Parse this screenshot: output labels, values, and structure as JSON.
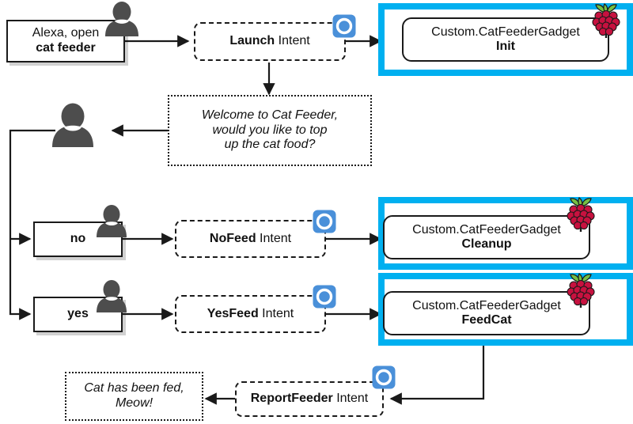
{
  "diagram": {
    "title": "Alexa Cat Feeder skill flow",
    "colors": {
      "gadget_frame": "#00b0f0",
      "alexa_badge": "#4a90d9",
      "person": "#4d4d4d",
      "raspberry_berry": "#c7113f",
      "raspberry_leaf": "#75c043",
      "line": "#1a1a1a"
    },
    "nodes": [
      {
        "id": "utterance-open",
        "kind": "utterance",
        "line1": "Alexa, open",
        "line2": "cat feeder",
        "icon": "person-icon"
      },
      {
        "id": "intent-launch",
        "kind": "intent",
        "bold": "Launch",
        "rest": " Intent",
        "icon": "alexa-icon"
      },
      {
        "id": "gadget-init",
        "kind": "gadget",
        "namespace": "Custom.CatFeederGadget",
        "directive": "Init",
        "icon": "raspberry-pi-icon"
      },
      {
        "id": "response-welcome",
        "kind": "response",
        "line1": "Welcome to Cat Feeder,",
        "line2": "would you like to top",
        "line3": "up the cat food?"
      },
      {
        "id": "listener-user",
        "kind": "person",
        "icon": "person-icon"
      },
      {
        "id": "utterance-no",
        "kind": "utterance",
        "line1": "",
        "line2": "no",
        "icon": "person-icon"
      },
      {
        "id": "intent-nofeed",
        "kind": "intent",
        "bold": "NoFeed",
        "rest": " Intent",
        "icon": "alexa-icon"
      },
      {
        "id": "gadget-cleanup",
        "kind": "gadget",
        "namespace": "Custom.CatFeederGadget",
        "directive": "Cleanup",
        "icon": "raspberry-pi-icon"
      },
      {
        "id": "utterance-yes",
        "kind": "utterance",
        "line1": "",
        "line2": "yes",
        "icon": "person-icon"
      },
      {
        "id": "intent-yesfeed",
        "kind": "intent",
        "bold": "YesFeed",
        "rest": " Intent",
        "icon": "alexa-icon"
      },
      {
        "id": "gadget-feedcat",
        "kind": "gadget",
        "namespace": "Custom.CatFeederGadget",
        "directive": "FeedCat",
        "icon": "raspberry-pi-icon"
      },
      {
        "id": "intent-reportfeeder",
        "kind": "intent",
        "bold": "ReportFeeder",
        "rest": " Intent",
        "icon": "alexa-icon"
      },
      {
        "id": "response-fed",
        "kind": "response",
        "line1": "Cat has been fed,",
        "line2": "Meow!"
      }
    ]
  },
  "utterance_open": {
    "line1": "Alexa, open",
    "line2": "cat feeder"
  },
  "intent_launch": {
    "bold": "Launch",
    "rest": " Intent"
  },
  "gadget_init": {
    "namespace": "Custom.CatFeederGadget",
    "directive": "Init"
  },
  "response_welcome": {
    "line1": "Welcome to Cat Feeder,",
    "line2": "would you like to top",
    "line3": "up the cat food?"
  },
  "utterance_no": {
    "text": "no"
  },
  "intent_nofeed": {
    "bold": "NoFeed",
    "rest": " Intent"
  },
  "gadget_cleanup": {
    "namespace": "Custom.CatFeederGadget",
    "directive": "Cleanup"
  },
  "utterance_yes": {
    "text": "yes"
  },
  "intent_yesfeed": {
    "bold": "YesFeed",
    "rest": " Intent"
  },
  "gadget_feedcat": {
    "namespace": "Custom.CatFeederGadget",
    "directive": "FeedCat"
  },
  "intent_report": {
    "bold": "ReportFeeder",
    "rest": " Intent"
  },
  "response_fed": {
    "line1": "Cat has been fed,",
    "line2": "Meow!"
  }
}
